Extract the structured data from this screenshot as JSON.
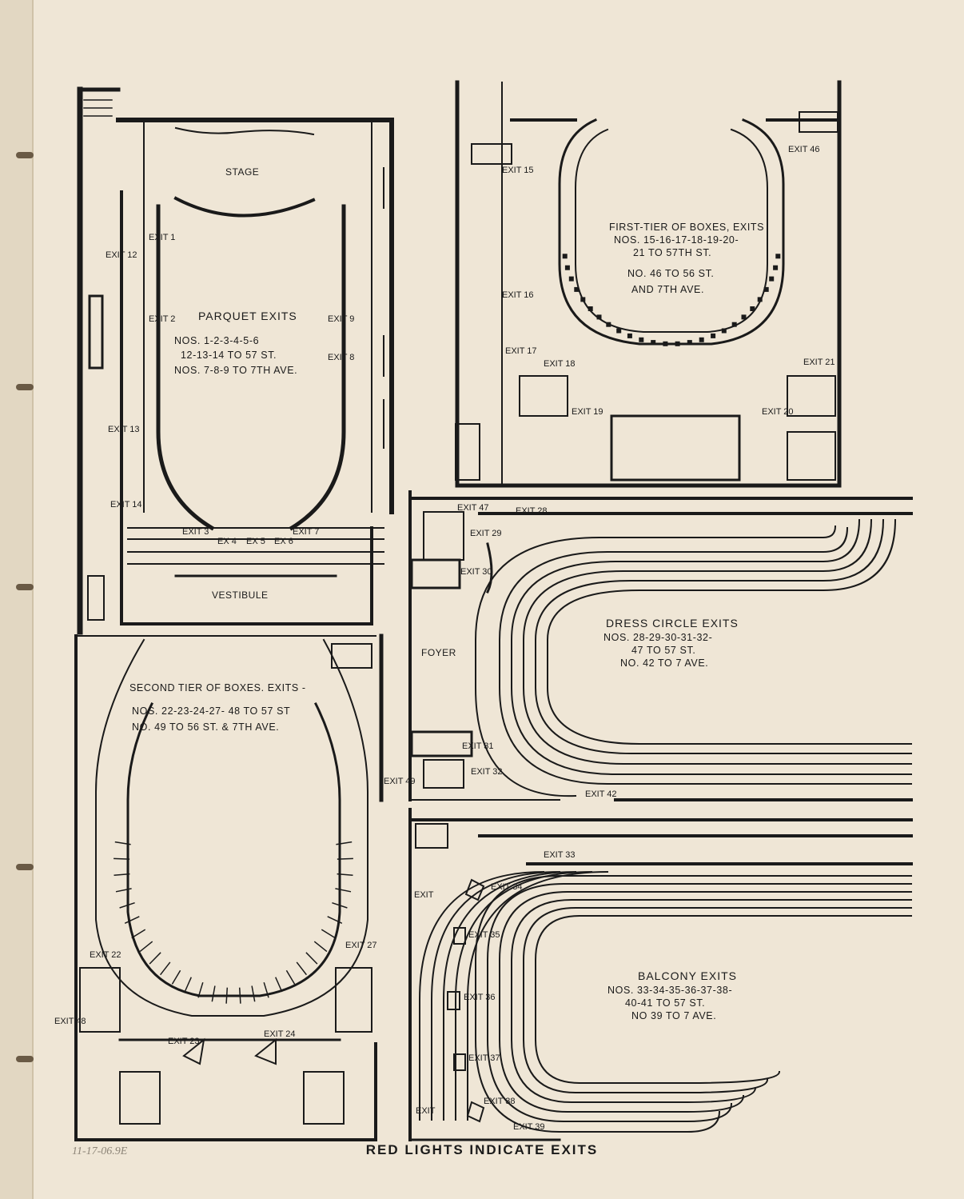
{
  "footer_text": "RED LIGHTS INDICATE EXITS",
  "pencil_note": "11-17-06.9E",
  "parquet": {
    "stage": "STAGE",
    "vestibule": "VESTIBULE",
    "title": "PARQUET EXITS",
    "line1": "NOS. 1-2-3-4-5-6",
    "line2": "12-13-14 TO 57 ST.",
    "line3": "NOS. 7-8-9 TO 7TH AVE.",
    "exits": [
      "EXIT 1",
      "EXIT 2",
      "EXIT 3",
      "EX 4",
      "EX 5",
      "EX 6",
      "EXIT 7",
      "EXIT 8",
      "EXIT 9",
      "EXIT 12",
      "EXIT 13",
      "EXIT 14"
    ]
  },
  "first_tier": {
    "line1": "FIRST-TIER OF BOXES, EXITS",
    "line2": "NOS. 15-16-17-18-19-20-",
    "line3": "21 TO 57TH ST.",
    "line4": "NO. 46 TO 56 ST.",
    "line5": "AND 7TH AVE.",
    "exits": [
      "EXIT 15",
      "EXIT 16",
      "EXIT 17",
      "EXIT 18",
      "EXIT 19",
      "EXIT 20",
      "EXIT 21",
      "EXIT 46"
    ]
  },
  "second_tier": {
    "line1": "SECOND TIER OF BOXES. EXITS -",
    "line2": "NOS. 22-23-24-27- 48 TO 57 ST",
    "line3": "NO. 49 TO 56 ST. & 7TH AVE.",
    "exits": [
      "EXIT 22",
      "EXIT 23",
      "EXIT 24",
      "EXIT 27",
      "EXIT 48",
      "EXIT 49"
    ]
  },
  "dress_circle": {
    "foyer": "FOYER",
    "title": "DRESS CIRCLE EXITS",
    "line1": "NOS. 28-29-30-31-32-",
    "line2": "47 TO 57 ST.",
    "line3": "NO. 42 TO 7 AVE.",
    "exits": [
      "EXIT 28",
      "EXIT 29",
      "EXIT 30",
      "EXIT 31",
      "EXIT 32",
      "EXIT 42",
      "EXIT 47"
    ]
  },
  "balcony": {
    "title": "BALCONY EXITS",
    "line1": "NOS. 33-34-35-36-37-38-",
    "line2": "40-41 TO 57 ST.",
    "line3": "NO 39 TO 7 AVE.",
    "exits": [
      "EXIT 33",
      "EXIT 34",
      "EXIT 35",
      "EXIT 36",
      "EXIT 37",
      "EXIT 38",
      "EXIT 39",
      "EXIT",
      "EXIT"
    ]
  },
  "colors": {
    "paper": "#efe6d6",
    "ink": "#1a1a1a"
  }
}
